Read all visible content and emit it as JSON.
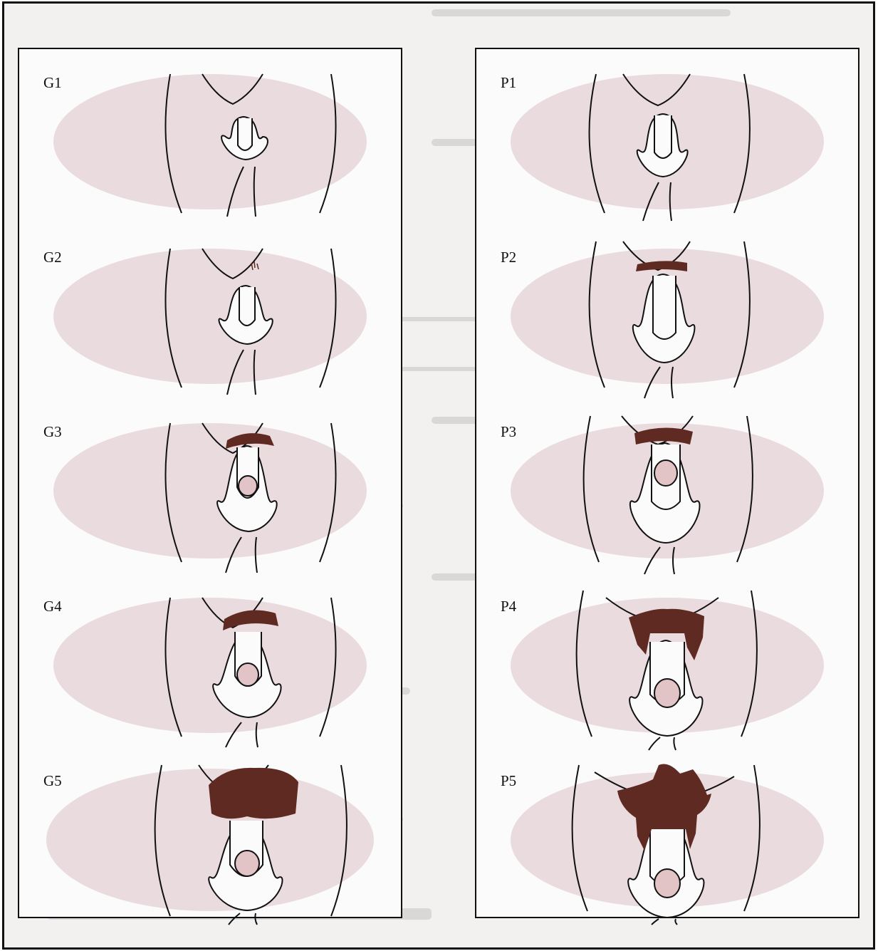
{
  "panels": {
    "genital": {
      "stages": [
        {
          "label": "G1"
        },
        {
          "label": "G2"
        },
        {
          "label": "G3"
        },
        {
          "label": "G4"
        },
        {
          "label": "G5"
        }
      ]
    },
    "pubic_hair": {
      "stages": [
        {
          "label": "P1"
        },
        {
          "label": "P2"
        },
        {
          "label": "P3"
        },
        {
          "label": "P4"
        },
        {
          "label": "P5"
        }
      ]
    }
  },
  "colors": {
    "outline": "#111111",
    "hair": "#5e2a22",
    "skin_shade": "#c9a0a8",
    "glans": "#e2c3c6"
  }
}
